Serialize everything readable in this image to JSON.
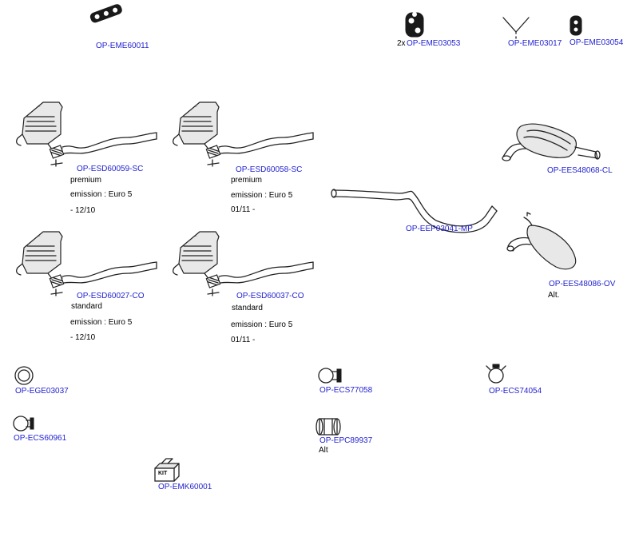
{
  "parts": {
    "eme60011": {
      "code": "OP-EME60011"
    },
    "eme03053": {
      "qty": "2x",
      "code": "OP-EME03053"
    },
    "eme03017": {
      "code": "OP-EME03017"
    },
    "eme03054": {
      "code": "OP-EME03054"
    },
    "esd60059": {
      "code": "OP-ESD60059-SC",
      "notes": [
        "premium",
        "emission : Euro 5",
        "- 12/10"
      ]
    },
    "esd60058": {
      "code": "OP-ESD60058-SC",
      "notes": [
        "premium",
        "emission : Euro 5",
        "01/11 -"
      ]
    },
    "ees48068": {
      "code": "OP-EES48068-CL"
    },
    "eep03041": {
      "code": "OP-EEP03041-MP"
    },
    "esd60027": {
      "code": "OP-ESD60027-CO",
      "notes": [
        "standard",
        "emission : Euro 5",
        "- 12/10"
      ]
    },
    "esd60037": {
      "code": "OP-ESD60037-CO",
      "notes": [
        "standard",
        "emission : Euro 5",
        "01/11 -"
      ]
    },
    "ees48086": {
      "code": "OP-EES48086-OV",
      "notes": [
        "Alt."
      ]
    },
    "ege03037": {
      "code": "OP-EGE03037"
    },
    "ecs77058": {
      "code": "OP-ECS77058"
    },
    "ecs74054": {
      "code": "OP-ECS74054"
    },
    "ecs60961": {
      "code": "OP-ECS60961"
    },
    "epc89937": {
      "code": "OP-EPC89937",
      "notes": [
        "Alt"
      ]
    },
    "emk60001": {
      "code": "OP-EMK60001",
      "kit": "KIT"
    }
  },
  "colors": {
    "code": "#1f1fd0",
    "ink": "#222222"
  }
}
